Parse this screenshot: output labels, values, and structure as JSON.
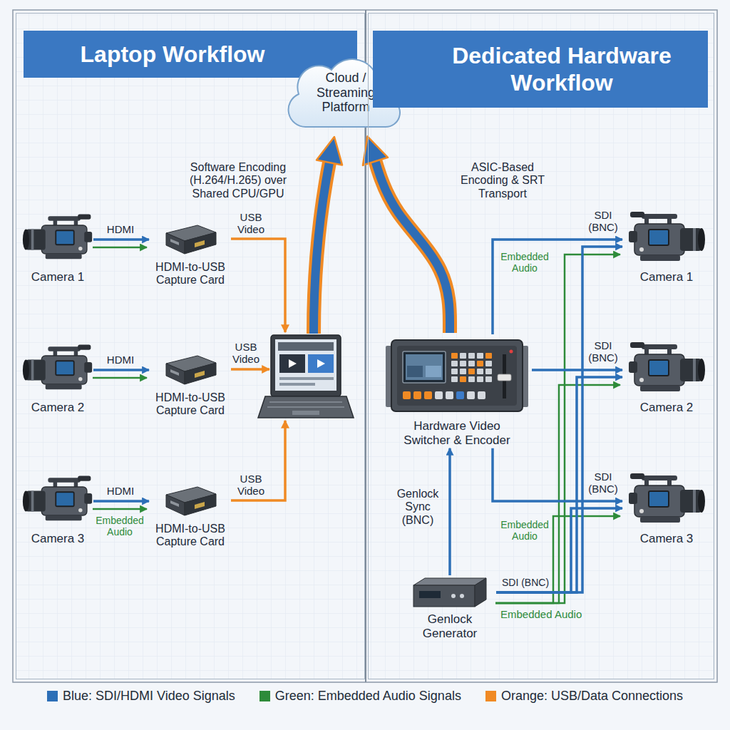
{
  "diagram": {
    "nodes": [
      {
        "text": [
          "Laptop Workflow"
        ]
      },
      {
        "text": [
          "Cloud / Streaming Platform"
        ]
      },
      {
        "text": [
          "Dedicated Hardware Workflow"
        ]
      },
      {
        "text": [
          "Camera 1"
        ],
        "in": 0
      },
      {
        "text": [
          "HDMI-to-USB Capture Card"
        ],
        "in": 0
      },
      {
        "text": [
          "Camera 2"
        ],
        "in": 0
      },
      {
        "text": [
          "HDMI-to-USB Capture Card"
        ],
        "in": 0
      },
      {
        "text": [
          "Camera 3"
        ],
        "in": 0
      },
      {
        "text": [
          "HDMI-to-USB Capture Card"
        ],
        "in": 0
      },
      {
        "text": [
          "Hardware Video Switcher & Encoder"
        ],
        "in": 2
      },
      {
        "text": [
          "Camera 1"
        ],
        "in": 2
      },
      {
        "text": [
          "Camera 2"
        ],
        "in": 2
      },
      {
        "text": [
          "Camera 3"
        ],
        "in": 2
      },
      {
        "text": [
          "Genlock Generator"
        ],
        "in": 2
      }
    ],
    "edges": [
      {
        "from": 3,
        "to": 4,
        "label": "HDMI",
        "arrow": "to"
      },
      {
        "from": 5,
        "to": 6,
        "label": "HDMI",
        "arrow": "to"
      },
      {
        "from": 7,
        "to": 8,
        "label": "HDMI",
        "arrow": "to"
      },
      {
        "from": 9,
        "to": 1,
        "label": "ASIC-Based Encoding & SRT Transport",
        "arrow": "to"
      },
      {
        "from": 9,
        "to": 10,
        "arrow": "to"
      },
      {
        "from": 9,
        "to": 11,
        "arrow": "to"
      },
      {
        "from": 9,
        "to": 12,
        "arrow": "to"
      },
      {
        "from": 13,
        "to": 9,
        "label": "Genlock Sync (BNC)",
        "arrow": "to"
      },
      {
        "from": 13,
        "to": 10,
        "arrow": "to"
      },
      {
        "from": 13,
        "to": 11,
        "arrow": "to"
      },
      {
        "from": 13,
        "to": 12,
        "arrow": "to"
      }
    ],
    "labels": [
      "Software Encoding (H.264/H.265) over Shared CPU/GPU",
      "USB Video",
      "USB Video",
      "USB Video",
      "Embedded Audio",
      "SDI (BNC)",
      "SDI (BNC)",
      "SDI (BNC)",
      "Embedded Audio",
      "Embedded Audio",
      "SDI (BNC)",
      "Embedded Audio"
    ],
    "legend": [
      {
        "text": "Blue: SDI/HDMI Video Signals",
        "color": "#2c6fb7"
      },
      {
        "text": "Green: Embedded Audio Signals",
        "color": "#2e8b3a"
      },
      {
        "text": "Orange: USB/Data Connections",
        "color": "#f08a24"
      }
    ]
  }
}
